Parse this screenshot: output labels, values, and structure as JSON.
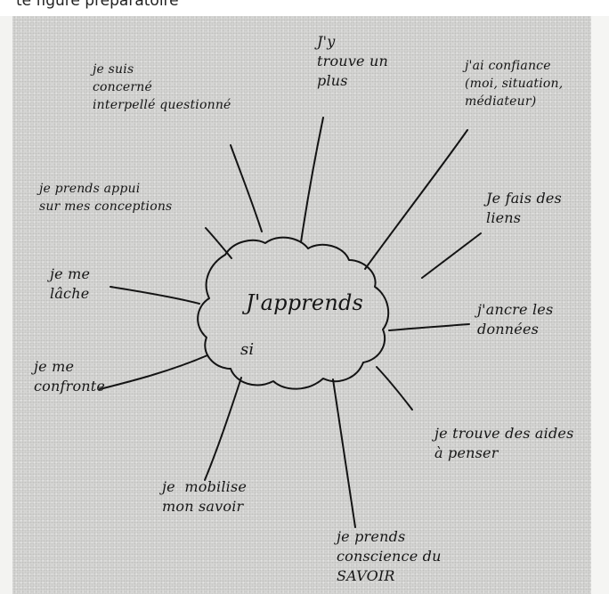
{
  "header_fragment": "te figure préparatoire",
  "center": {
    "title": "J'apprends",
    "connector": "si"
  },
  "branches": [
    {
      "id": "trouve-un-plus",
      "text": "J'y\ntrouve un\nplus"
    },
    {
      "id": "confiance",
      "text": "j'ai confiance\n(moi, situation,\nmédiateur)"
    },
    {
      "id": "liens",
      "text": "Je fais des\nliens"
    },
    {
      "id": "ancre",
      "text": "j'ancre les\ndonnées"
    },
    {
      "id": "aides",
      "text": "je trouve des aides\nà penser"
    },
    {
      "id": "savoir",
      "text": "je prends\nconscience du\nSAVOIR"
    },
    {
      "id": "mobilise",
      "text": "je  mobilise\nmon savoir"
    },
    {
      "id": "confronte",
      "text": "je me\nconfronte"
    },
    {
      "id": "lache",
      "text": "je me\nlâche"
    },
    {
      "id": "appui",
      "text": "je prends appui\nsur mes conceptions"
    },
    {
      "id": "concerne",
      "text": "je suis\nconcerné\ninterpellé questionné"
    }
  ]
}
